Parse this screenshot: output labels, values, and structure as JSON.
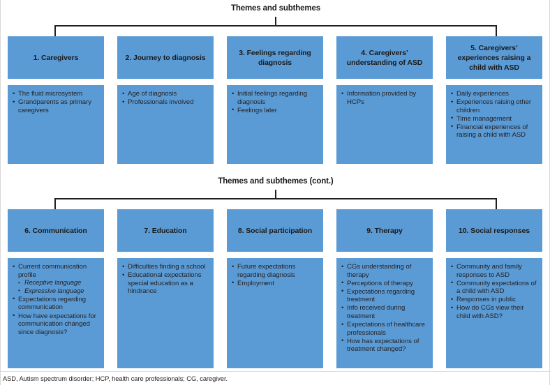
{
  "figure": {
    "background_color": "#ffffff",
    "box_color": "#5b9bd5",
    "connector_color": "#231f20",
    "text_color": "#231f20"
  },
  "sections": [
    {
      "title": "Themes and subthemes",
      "columns": [
        {
          "heading": "1. Caregivers",
          "bullets": [
            {
              "text": "The fluid microsystem"
            },
            {
              "text": "Grandparents as primary caregivers"
            }
          ]
        },
        {
          "heading": "2. Journey to diagnosis",
          "bullets": [
            {
              "text": "Age of diagnosis"
            },
            {
              "text": "Professionals involved"
            }
          ]
        },
        {
          "heading": "3. Feelings regarding diagnosis",
          "bullets": [
            {
              "text": "Initial feelings regarding diagnosis"
            },
            {
              "text": "Feelings later"
            }
          ]
        },
        {
          "heading": "4. Caregivers’ understanding of ASD",
          "bullets": [
            {
              "text": "Information provided by HCPs"
            }
          ]
        },
        {
          "heading": "5. Caregivers’ experiences raising a child with ASD",
          "bullets": [
            {
              "text": "Daily experiences"
            },
            {
              "text": "Experiences raising other children"
            },
            {
              "text": "Time management"
            },
            {
              "text": "Financial experiences of raising a child with ASD"
            }
          ]
        }
      ]
    },
    {
      "title": "Themes and subthemes (cont.)",
      "columns": [
        {
          "heading": "6. Communication",
          "bullets": [
            {
              "text": "Current communication profile",
              "subbullets": [
                "Receptive language",
                "Expressive language"
              ]
            },
            {
              "text": "Expectations regarding communication"
            },
            {
              "text": "How have expectations for communication changed since diagnosis?"
            }
          ]
        },
        {
          "heading": "7. Education",
          "bullets": [
            {
              "text": "Difficulties finding a school"
            },
            {
              "text": "Educational expectations special education as a hindrance"
            }
          ]
        },
        {
          "heading": "8. Social participation",
          "bullets": [
            {
              "text": "Future expectations regarding diagnosis"
            },
            {
              "text": "Employment"
            }
          ]
        },
        {
          "heading": "9. Therapy",
          "bullets": [
            {
              "text": "CGs understanding of therapy"
            },
            {
              "text": "Perceptions of therapy"
            },
            {
              "text": "Expectations regarding treatment"
            },
            {
              "text": "Info received during treatment"
            },
            {
              "text": "Expectations of healthcare professionals"
            },
            {
              "text": "How has expectations of treatment changed?"
            }
          ]
        },
        {
          "heading": "10. Social responses",
          "bullets": [
            {
              "text": "Community and family responses to ASD"
            },
            {
              "text": "Community expectations of a child with ASD"
            },
            {
              "text": "Responses in public"
            },
            {
              "text": "How do CGs view their child with ASD?"
            }
          ]
        }
      ]
    }
  ],
  "footnote": "ASD, Autism spectrum disorder; HCP, health care professionals; CG, caregiver."
}
